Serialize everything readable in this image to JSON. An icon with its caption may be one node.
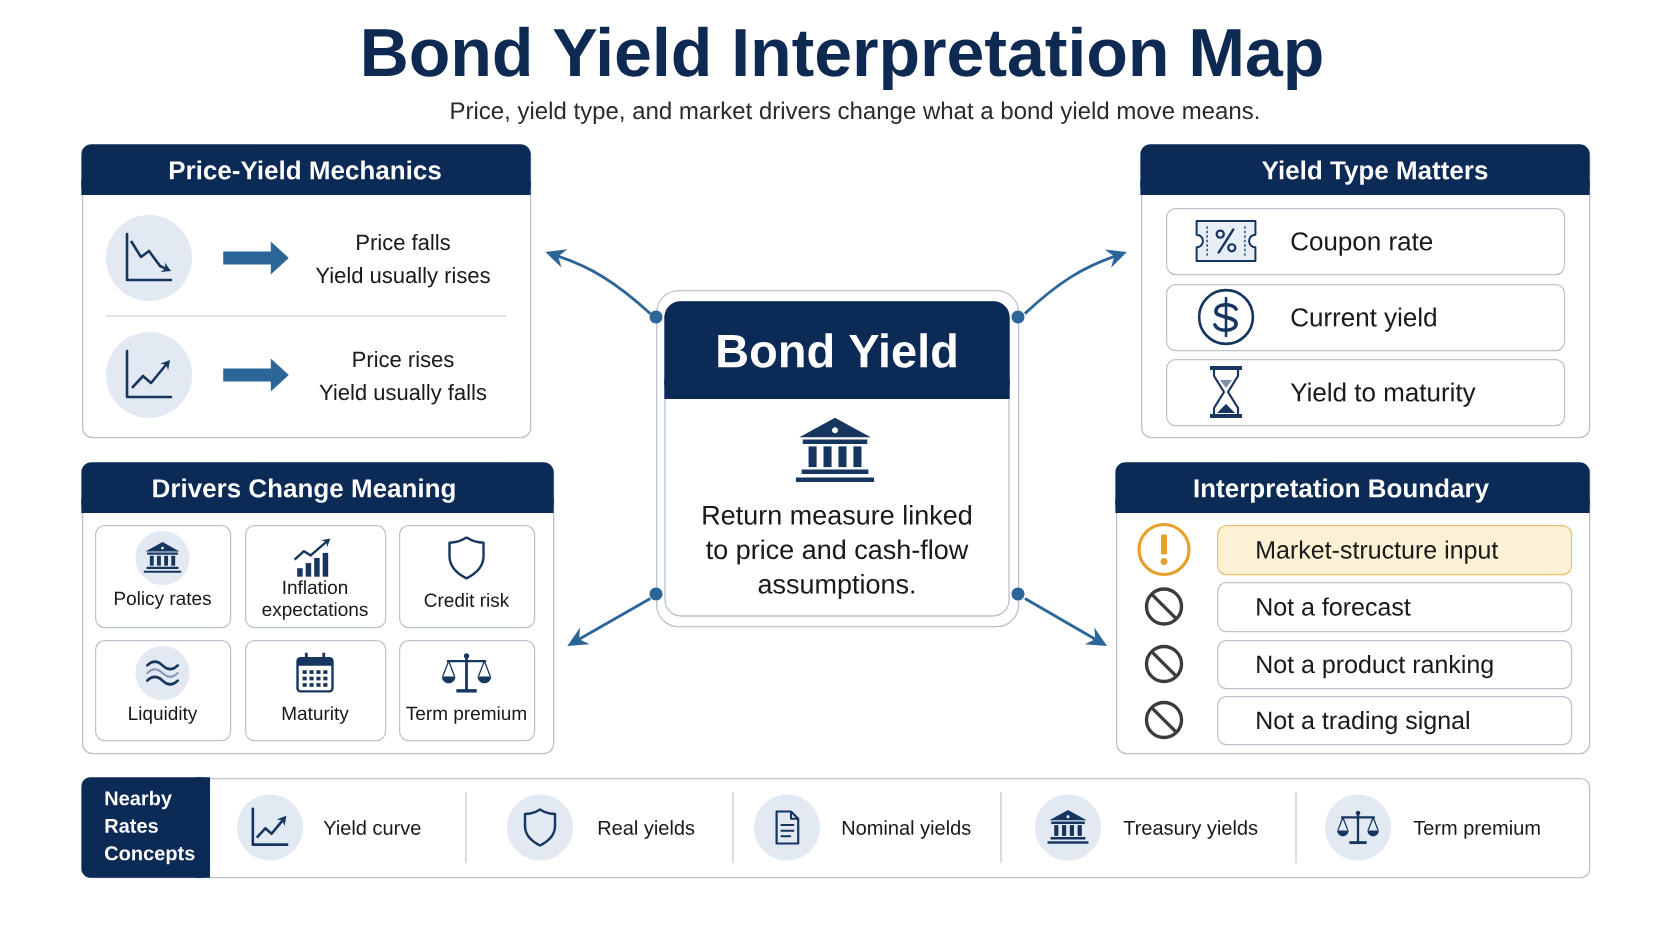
{
  "diagram": {
    "title": "Bond Yield Interpretation Map",
    "nodes": [
      {
        "text": [
          "Price-Yield Mechanics"
        ]
      },
      {
        "text": [],
        "shape": "circle",
        "in": 0
      },
      {
        "text": [
          "Price falls",
          "Yield usually rises"
        ],
        "in": 0
      },
      {
        "text": [],
        "shape": "circle",
        "in": 0
      },
      {
        "text": [
          "Price rises",
          "Yield usually falls"
        ],
        "in": 0
      },
      {
        "text": [
          "Yield Type Matters"
        ]
      },
      {
        "text": [
          "Coupon rate"
        ],
        "in": 5
      },
      {
        "text": [
          "Current yield"
        ],
        "in": 5
      },
      {
        "text": [
          "Yield to maturity"
        ],
        "in": 5
      },
      {
        "text": [
          "Bond Yield",
          "Return measure linked to price and cash-flow assumptions."
        ]
      },
      {
        "text": [
          "Drivers Change Meaning"
        ]
      },
      {
        "text": [
          "Policy rates"
        ],
        "in": 10
      },
      {
        "text": [
          "Inflation expectations"
        ],
        "in": 10
      },
      {
        "text": [
          "Credit risk"
        ],
        "in": 10
      },
      {
        "text": [
          "Liquidity"
        ],
        "in": 10
      },
      {
        "text": [
          "Maturity"
        ],
        "in": 10
      },
      {
        "text": [
          "Term premium"
        ],
        "in": 10
      },
      {
        "text": [
          "Interpretation Boundary"
        ]
      },
      {
        "text": [
          "Market-structure input"
        ],
        "in": 17
      },
      {
        "text": [
          "Not a forecast"
        ],
        "in": 17
      },
      {
        "text": [
          "Not a product ranking"
        ],
        "in": 17
      },
      {
        "text": [
          "Not a trading signal"
        ],
        "in": 17
      },
      {
        "text": [
          "Nearby Rates Concepts",
          "Yield curve",
          "Real yields",
          "Nominal yields",
          "Treasury yields",
          "Term premium"
        ]
      }
    ],
    "edges": [
      {
        "from": 1,
        "to": 2,
        "arrow": "to",
        "style": "thick"
      },
      {
        "from": 3,
        "to": 4,
        "arrow": "to",
        "style": "thick"
      },
      {
        "from": 9,
        "to": 0,
        "arrow": "to"
      },
      {
        "from": 9,
        "to": 5,
        "arrow": "to"
      },
      {
        "from": 9,
        "to": 10,
        "arrow": "to"
      },
      {
        "from": 9,
        "to": 17,
        "arrow": "to"
      }
    ],
    "labels": [
      "Price, yield type, and market drivers change what a bond yield move means."
    ]
  }
}
